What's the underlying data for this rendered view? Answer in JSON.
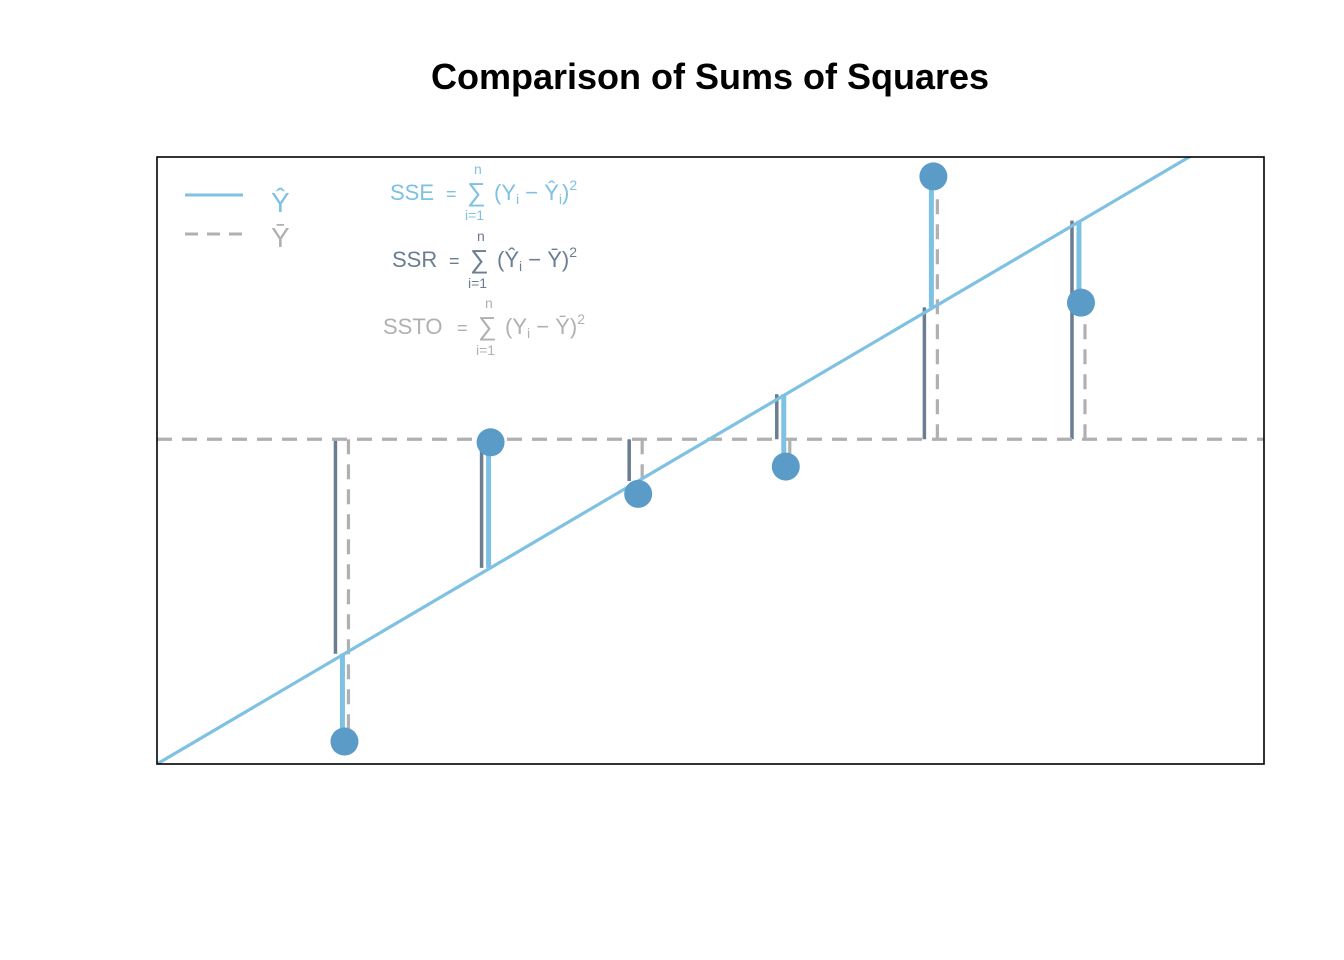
{
  "chart_data": {
    "type": "scatter",
    "title": "Comparison of Sums of Squares",
    "xlabel": "",
    "ylabel": "",
    "axes_visible": false,
    "xlim": [
      0,
      7.5
    ],
    "ylim": [
      0,
      10
    ],
    "points": [
      {
        "x": 1.27,
        "y": 0.37
      },
      {
        "x": 2.26,
        "y": 5.3
      },
      {
        "x": 3.26,
        "y": 4.45
      },
      {
        "x": 4.26,
        "y": 4.9
      },
      {
        "x": 5.26,
        "y": 9.68
      },
      {
        "x": 6.26,
        "y": 7.6
      }
    ],
    "fitted_line": {
      "intercept": 0.0,
      "slope": 1.43
    },
    "mean_y": 5.35,
    "colors": {
      "point": "#5b9bc8",
      "fit": "#7ec1e3",
      "ssr": "#6b7d91",
      "ssto": "#b0b0b0"
    },
    "legend": {
      "placement": "top-left",
      "fit_symbol": "Ŷ",
      "mean_symbol": "Ȳ"
    },
    "formulas": {
      "sse": {
        "label": "SSE",
        "eq": "=",
        "upper": "n",
        "lower": "i=1",
        "sum": "∑"
      },
      "ssr": {
        "label": "SSR",
        "eq": "=",
        "upper": "n",
        "lower": "i=1",
        "sum": "∑"
      },
      "ssto": {
        "label": "SSTO",
        "eq": "=",
        "upper": "n",
        "lower": "i=1",
        "sum": "∑"
      }
    }
  }
}
